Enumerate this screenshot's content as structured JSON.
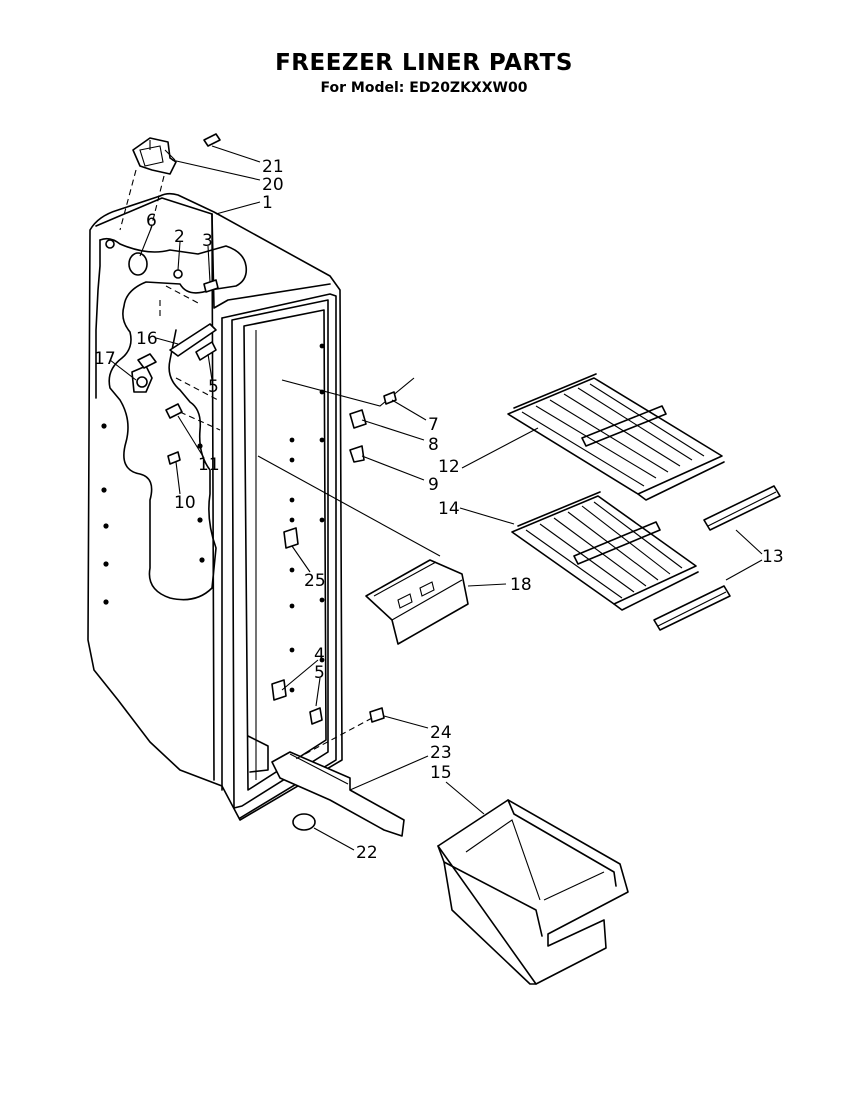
{
  "title": "FREEZER LINER PARTS",
  "subtitle": "For Model: ED20ZKXXW00",
  "callouts": {
    "c1": "1",
    "c2": "2",
    "c3": "3",
    "c4": "4",
    "c5a": "5",
    "c5b": "5",
    "c6": "6",
    "c7": "7",
    "c8": "8",
    "c9": "9",
    "c10": "10",
    "c11": "11",
    "c12": "12",
    "c13": "13",
    "c14": "14",
    "c15": "15",
    "c16": "16",
    "c17": "17",
    "c18": "18",
    "c20": "20",
    "c21": "21",
    "c22": "22",
    "c23": "23",
    "c24": "24",
    "c25": "25"
  },
  "parts": [
    {
      "name": "freezer-liner",
      "label": "1"
    },
    {
      "name": "shelf-rail",
      "label": "12"
    },
    {
      "name": "wire-shelf-upper",
      "label": "12"
    },
    {
      "name": "wire-shelf-lower",
      "label": "14"
    },
    {
      "name": "shelf-glides",
      "label": "13"
    },
    {
      "name": "ice-bin",
      "label": "15"
    },
    {
      "name": "shelf-support",
      "label": "18"
    },
    {
      "name": "bin-rail",
      "label": "23"
    },
    {
      "name": "thermostat-bracket",
      "label": "20"
    }
  ]
}
